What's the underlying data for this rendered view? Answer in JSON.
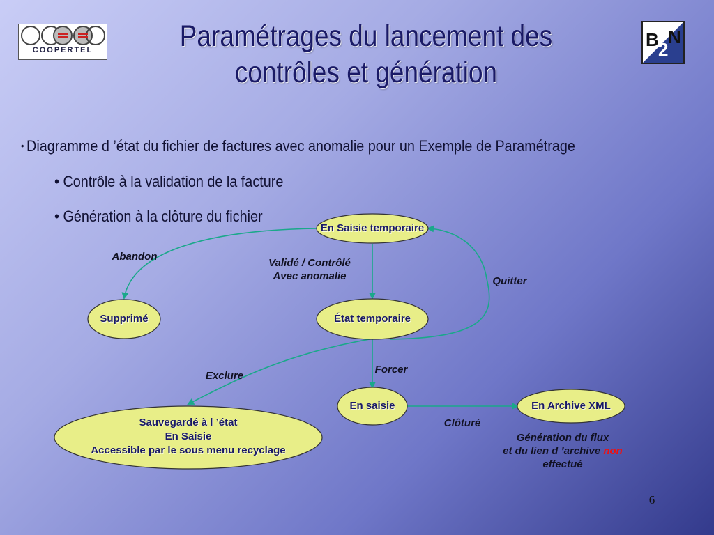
{
  "slide": {
    "title_line1": "Paramétrages du lancement des",
    "title_line2": "contrôles et génération",
    "page_number": "6"
  },
  "logos": {
    "left_text": "COOPERTEL",
    "right_text": "B2N"
  },
  "bullets": {
    "main": "Diagramme d  ’état du fichier de factures avec anomalie pour un Exemple de Paramétrage",
    "sub1": "Contrôle à la validation de la facture",
    "sub2": "Génération à la clôture du fichier"
  },
  "diagram": {
    "states": {
      "saisie_temporaire": "En Saisie temporaire",
      "supprime": "Supprimé",
      "etat_temporaire": "État temporaire",
      "en_saisie": "En saisie",
      "archive_xml": "En Archive XML",
      "sauvegarde_line1": "Sauvegardé à l ’état",
      "sauvegarde_line2": "En Saisie",
      "sauvegarde_line3": "Accessible par le sous menu recyclage"
    },
    "transitions": {
      "abandon": "Abandon",
      "valide_line1": "Validé / Contrôlé",
      "valide_line2": "Avec anomalie",
      "quitter": "Quitter",
      "exclure": "Exclure",
      "forcer": "Forcer",
      "cloture": "Clôturé"
    },
    "note": {
      "line1": "Génération du flux",
      "line2_prefix": "et du lien d ’archive ",
      "line2_highlight": "non",
      "line3": "effectué"
    },
    "colors": {
      "node_fill": "#e8ee88",
      "arrow": "#1aa88a",
      "highlight": "#ee1111"
    }
  }
}
